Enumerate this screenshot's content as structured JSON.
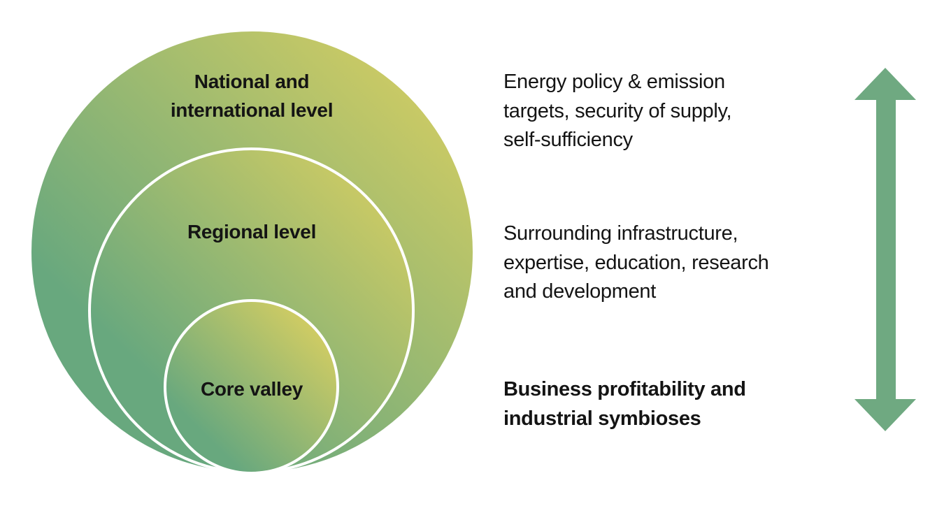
{
  "diagram": {
    "type": "nested-circles",
    "levels": [
      {
        "label": "National and international level",
        "label_lines": [
          "National and",
          "international level"
        ],
        "description": "Energy policy & emission targets, security of supply, self-sufficiency",
        "desc_lines": [
          "Energy policy & emission",
          "targets, security of supply,",
          "self-sufficiency"
        ]
      },
      {
        "label": "Regional level",
        "label_lines": [
          "Regional level"
        ],
        "description": "Surrounding infrastructure, expertise, education, research and development",
        "desc_lines": [
          "Surrounding infrastructure,",
          "expertise, education, research",
          "and development"
        ]
      },
      {
        "label": "Core valley",
        "label_lines": [
          "Core valley"
        ],
        "description": "Business profitability and industrial symbioses",
        "desc_lines": [
          "Business profitability and",
          "industrial symbioses"
        ]
      }
    ],
    "colors": {
      "gradient_green": "#68a87e",
      "gradient_yellow": "#d9cf61",
      "arrow": "#6fa981",
      "circle_stroke": "#ffffff",
      "text": "#141414"
    },
    "arrow": {
      "shape": "vertical-double-arrow"
    }
  }
}
